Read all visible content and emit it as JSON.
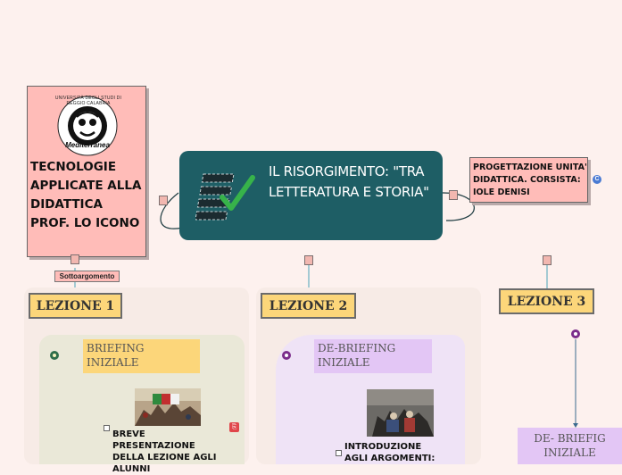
{
  "university": {
    "logo_text_top": "UNIVERSITÀ DEGLI STUDI DI REGGIO CALABRIA",
    "logo_text_bottom": "Mediterranea",
    "title": "TECNOLOGIE APPLICATE ALLA DIDATTICA PROF. LO ICONO",
    "subtopic_label": "Sottoargomento"
  },
  "central": {
    "title": "IL RISORGIMENTO: \"TRA LETTERATURA E STORIA\"",
    "bg_color": "#1e5e65"
  },
  "project_card": {
    "text": "PROGETTAZIONE UNITA' DIDATTICA. CORSISTA: IOLE DENISI",
    "badge": "C"
  },
  "lessons": [
    {
      "title": "LEZIONE 1",
      "branch_label": "BRIEFING INIZIALE",
      "item_text": "BREVE PRESENTAZIONE DELLA LEZIONE AGLI ALUNNI"
    },
    {
      "title": "LEZIONE 2",
      "branch_label": "DE-BRIEFING INIZIALE",
      "item_text": "INTRODUZIONE AGLI ARGOMENTI:"
    },
    {
      "title": "LEZIONE 3",
      "branch_label": "DE- BRIEFIG INIZIALE"
    }
  ],
  "colors": {
    "accent_yellow": "#fcd67a",
    "accent_purple": "#e3c6f5",
    "pink_card": "#ffbcb8",
    "node_purple": "#7b2d8b",
    "node_green": "#2f6e4a"
  },
  "icons": {
    "checklist": "checklist-icon",
    "attachment": "pdf-attachment-icon"
  }
}
